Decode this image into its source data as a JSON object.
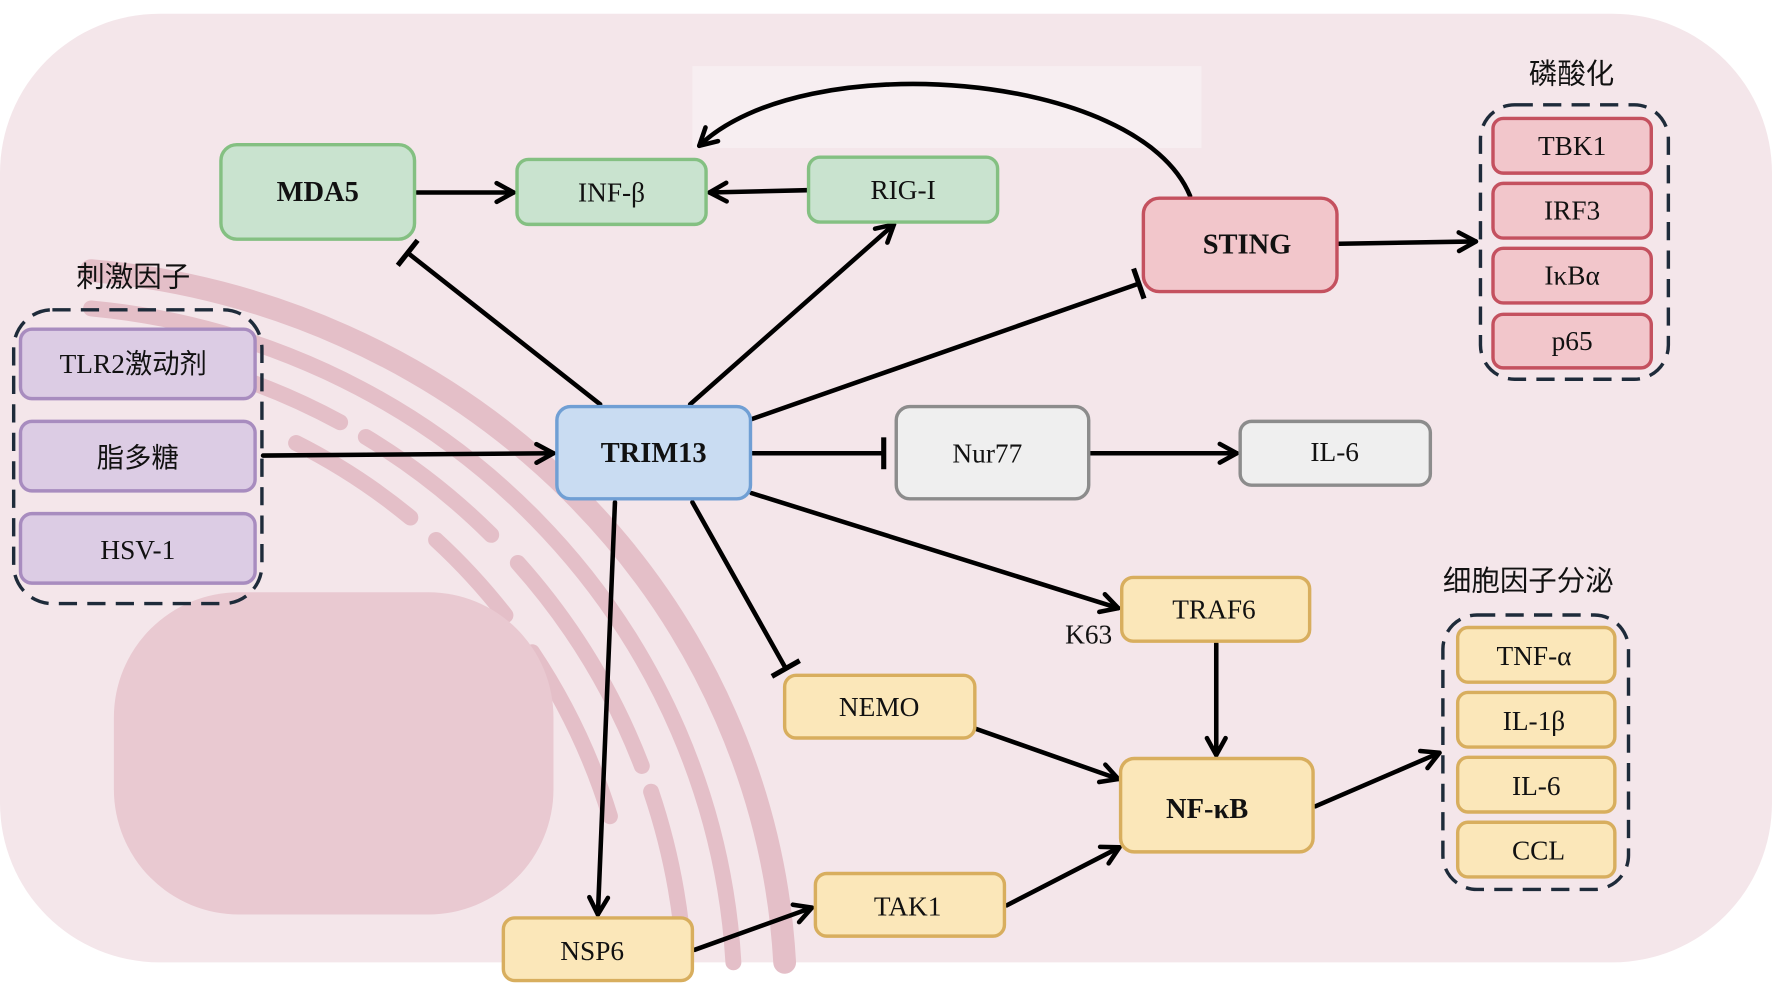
{
  "diagram": {
    "labels": {
      "stimuli_group": "刺激因子",
      "phosphorylation_group": "磷酸化",
      "cytokine_group": "细胞因子分泌",
      "k63": "K63"
    },
    "stimuli": [
      "TLR2激动剂",
      "脂多糖",
      "HSV-1"
    ],
    "phosphorylated": [
      "TBK1",
      "IRF3",
      "IκBα",
      "p65"
    ],
    "cytokines": [
      "TNF-α",
      "IL-1β",
      "IL-6",
      "CCL"
    ],
    "nodes": {
      "trim13": "TRIM13",
      "mda5": "MDA5",
      "inf_beta": "INF-β",
      "rig_i": "RIG-I",
      "sting": "STING",
      "nur77": "Nur77",
      "il6": "IL-6",
      "traf6": "TRAF6",
      "nemo": "NEMO",
      "nfkb": "NF-κB",
      "tak1": "TAK1",
      "nsp6": "NSP6"
    }
  },
  "colors": {
    "cell": "#f4e6ea",
    "nucleus": "#e9c9d1",
    "er": "#e4bfc8",
    "backdrop": "#f7eef1",
    "green-fill": "#c9e3cf",
    "green-stroke": "#84c082",
    "blue-fill": "#c9dcf2",
    "blue-stroke": "#709fd4",
    "red-fill": "#f2c6cb",
    "red-stroke": "#c4515f",
    "purple-fill": "#dccce4",
    "purple-stroke": "#a88cbf",
    "gray-fill": "#efefef",
    "gray-stroke": "#8c8c8c",
    "yellow-fill": "#fbe7b9",
    "yellow-stroke": "#d8ae5e",
    "group-border": "#1e2b3a",
    "edge": "#000000"
  }
}
